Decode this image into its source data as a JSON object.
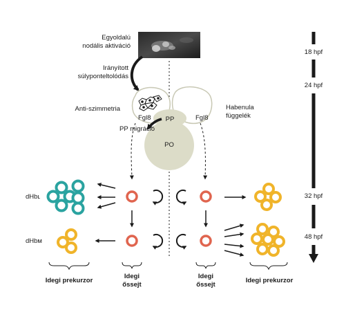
{
  "labels": {
    "nodal_line1": "Egyoldalú",
    "nodal_line2": "nodális aktiváció",
    "dir_line1": "Irányított",
    "dir_line2": "súlyponteltolódás",
    "anti": "Anti-szimmetria",
    "fgl8_left": "Fgl8",
    "fgl8_right": "Fgl8",
    "pp": "PP",
    "pp_migration": "PP migráció",
    "po": "PO",
    "habenula_line1": "Habenula",
    "habenula_line2": "függelék",
    "dhbl": "dHbʟ",
    "dhbm": "dHbᴍ",
    "prec_left": "Idegi prekurzor",
    "prec_right": "Idegi prekurzor",
    "stem_left_line1": "Idegi",
    "stem_left_line2": "őssejt",
    "stem_right_line1": "Idegi",
    "stem_right_line2": "őssejt"
  },
  "timeline": [
    "18 hpf",
    "24 hpf",
    "32 hpf",
    "48 hpf"
  ],
  "colors": {
    "teal": "#2aa3a0",
    "yellow": "#f0b42a",
    "red": "#e0654f",
    "organ": "#dcdcc8",
    "ink": "#1a1a1a"
  }
}
